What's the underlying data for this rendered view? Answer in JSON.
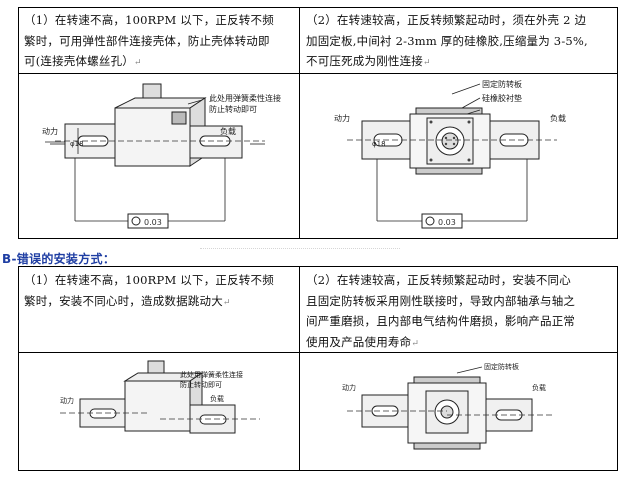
{
  "top_table": {
    "left_text_lines": [
      "（1）在转速不高，100RPM 以下，正反转不频",
      "繁时，可用弹性部件连接壳体，防止壳体转动即",
      "可(连接壳体螺丝孔）"
    ],
    "right_text_lines": [
      "（2）在转速较高，正反转频繁起动时，须在外壳 2 边",
      "加固定板,中间衬 2-3mm 厚的硅橡胶,压缩量为 3-5%,",
      "不可压死成为刚性连接"
    ],
    "fig1": {
      "note_line1": "此处用弹簧柔性连接",
      "note_line2": "防止转动即可",
      "power": "动力",
      "load": "负载",
      "dim": "φ18",
      "tolerance": "0.03"
    },
    "fig2": {
      "label_plate": "固定防转板",
      "label_rubber": "硅橡胶衬垫",
      "power": "动力",
      "load": "负载",
      "dim": "φ18",
      "tolerance": "0.03"
    }
  },
  "section_heading": "B-错误的安装方式：",
  "bottom_table": {
    "left_text_lines": [
      "（1）在转速不高，100RPM 以下，正反转不频",
      "繁时，安装不同心时，造成数据跳动大"
    ],
    "right_text_lines": [
      "（2）在转速较高，正反转频繁起动时，安装不同心",
      "且固定防转板采用刚性联接时，导致内部轴承与轴之",
      "间严重磨损，且内部电气结构件磨损，影响产品正常",
      "使用及产品使用寿命"
    ],
    "fig3": {
      "note_line1": "此处用弹簧柔性连接",
      "note_line2": "防止转动即可",
      "power": "动力",
      "load": "负载"
    },
    "fig4": {
      "label_plate": "固定防转板",
      "power": "动力",
      "load": "负载"
    }
  },
  "return_mark": "↵"
}
